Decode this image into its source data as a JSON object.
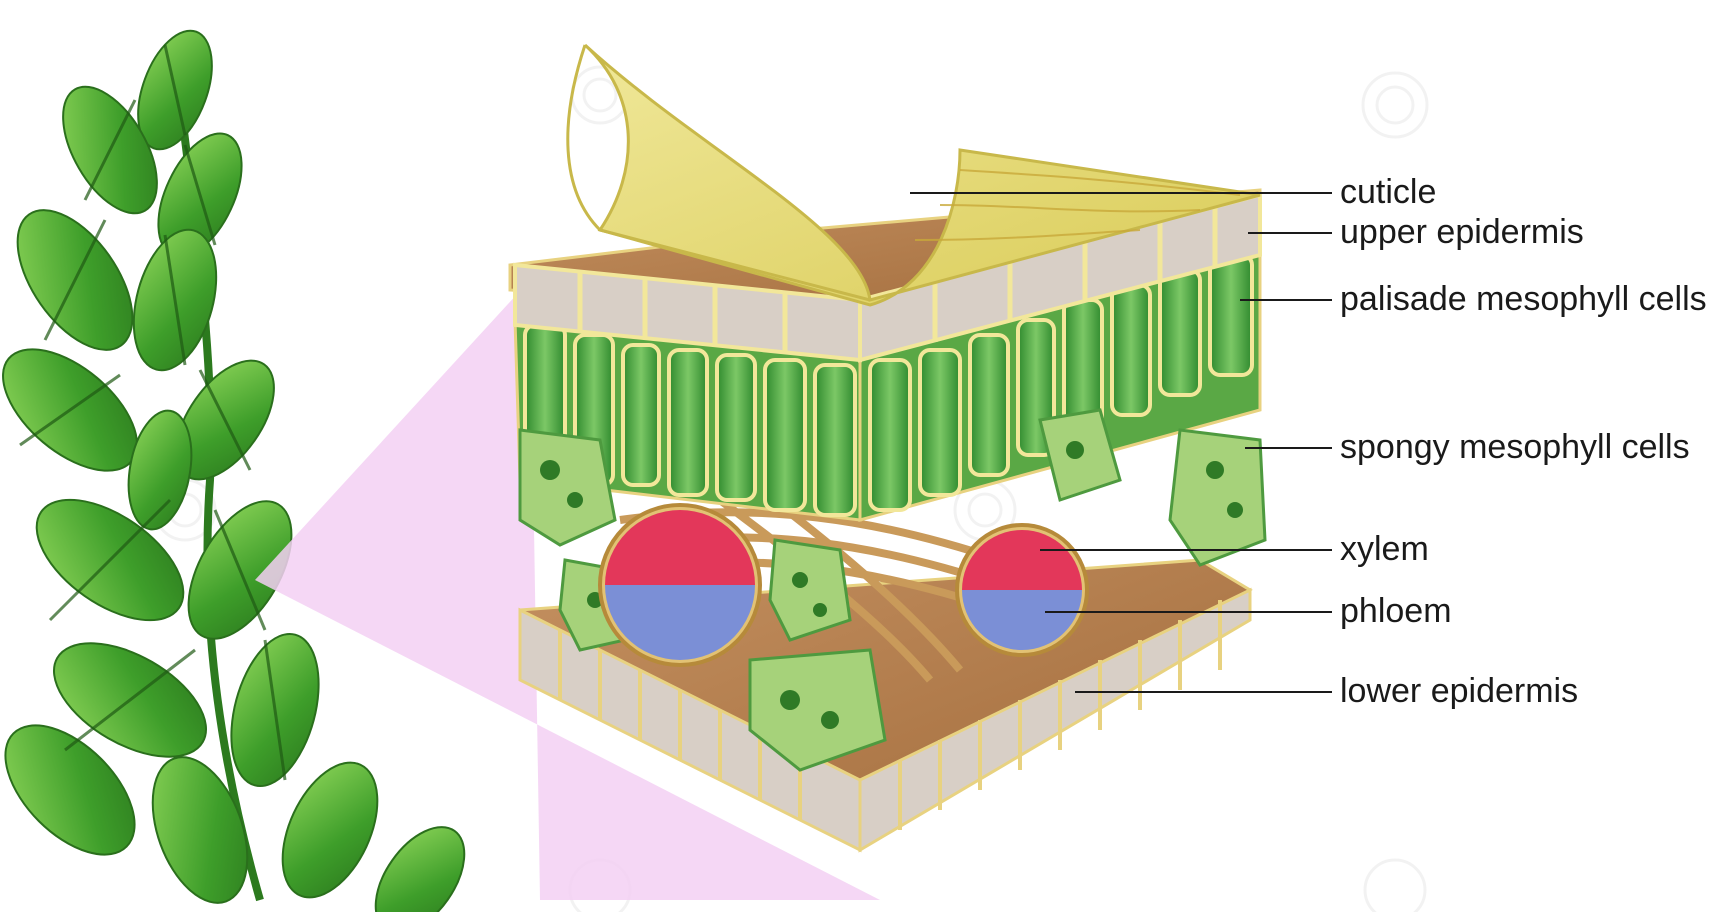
{
  "labels": {
    "cuticle": "cuticle",
    "upper_epidermis": "upper epidermis",
    "palisade": "palisade mesophyll cells",
    "spongy": "spongy mesophyll cells",
    "xylem": "xylem",
    "phloem": "phloem",
    "lower_epidermis": "lower epidermis"
  },
  "colors": {
    "cuticle": "#e3d77a",
    "cuticle_shade": "#cfbf3c",
    "epidermis_fill": "#c9a06a",
    "cell_wall": "#f4e8a3",
    "cell_inside": "#cfc6c0",
    "palisade": "#3f9a3a",
    "palisade_light": "#8fd07a",
    "spongy": "#a6d27a",
    "spongy_dark": "#4e9a3f",
    "xylem": "#e3375a",
    "phloem": "#7b8fd6",
    "zoom_wedge": "#f0c8f0",
    "leaf": "#4aa52e",
    "leaf_light": "#8fd65a",
    "label_line": "#1a1a1a"
  }
}
